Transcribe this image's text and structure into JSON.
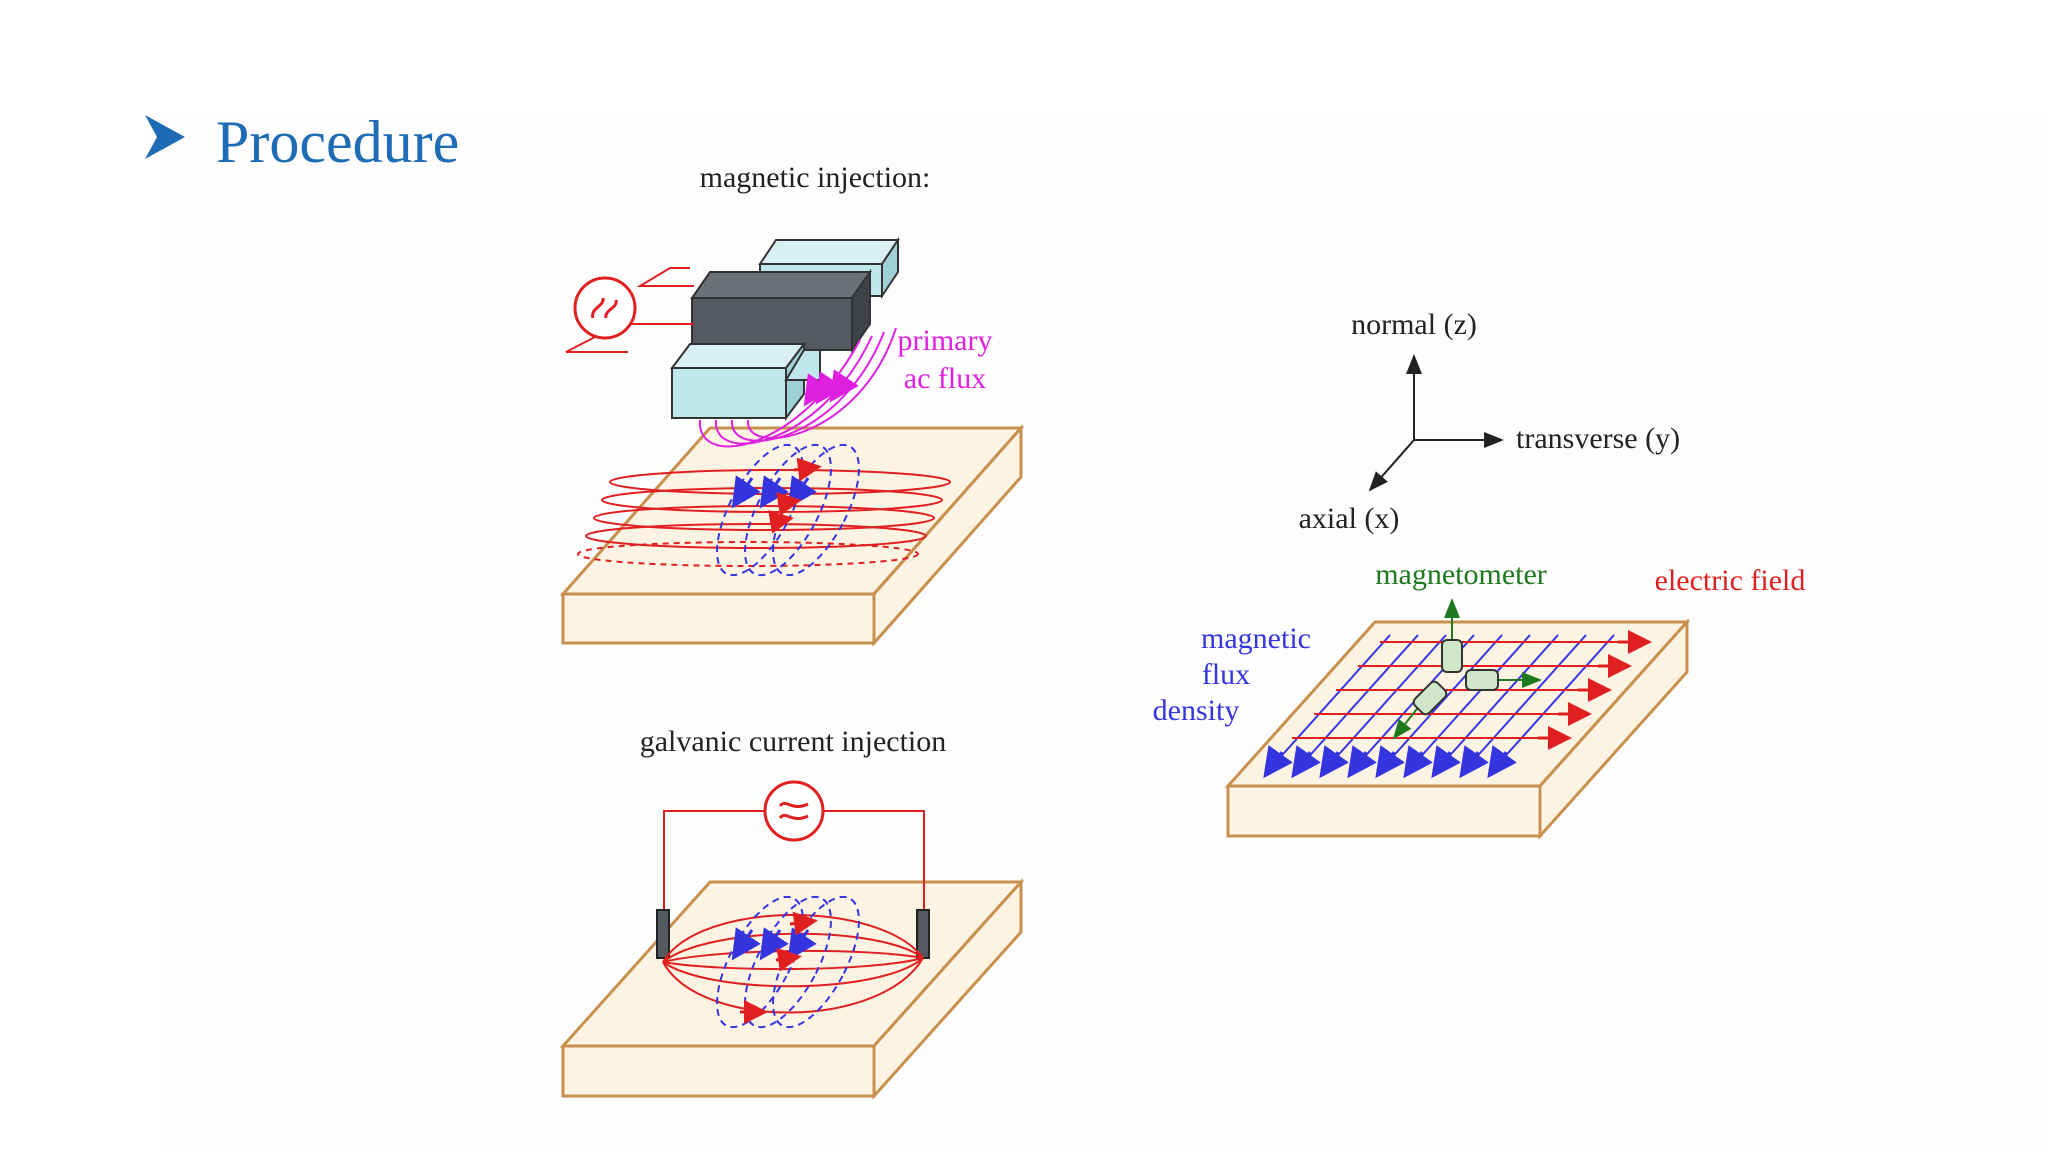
{
  "heading": {
    "text": "Procedure"
  },
  "panels": {
    "magnetic_injection": {
      "title": "magnetic injection:",
      "flux_label_line1": "primary",
      "flux_label_line2": "ac flux"
    },
    "galvanic_injection": {
      "title": "galvanic current injection"
    },
    "field_schematic": {
      "axis_normal": "normal (z)",
      "axis_transverse": "transverse (y)",
      "axis_axial": "axial (x)",
      "magnetometer_label": "magnetometer",
      "electric_field_label": "electric field",
      "flux_density_line1": "magnetic",
      "flux_density_line2": "flux",
      "flux_density_line3": "density"
    }
  },
  "colors": {
    "heading": "#1e6cb5",
    "plate_fill": "#fdf3e3",
    "plate_stroke": "#c8904e",
    "current": "#e02020",
    "magnetic": "#3535e0",
    "primary_flux": "#e020e0",
    "yoke_dark": "#555a60",
    "yoke_light": "#bfe6ea",
    "magnetometer": "#1f7a1f"
  },
  "icons": [
    "bullet-arrow-icon",
    "ac-source-icon",
    "ac-source-approx-icon",
    "electrode-icon",
    "magnetometer-icon"
  ]
}
